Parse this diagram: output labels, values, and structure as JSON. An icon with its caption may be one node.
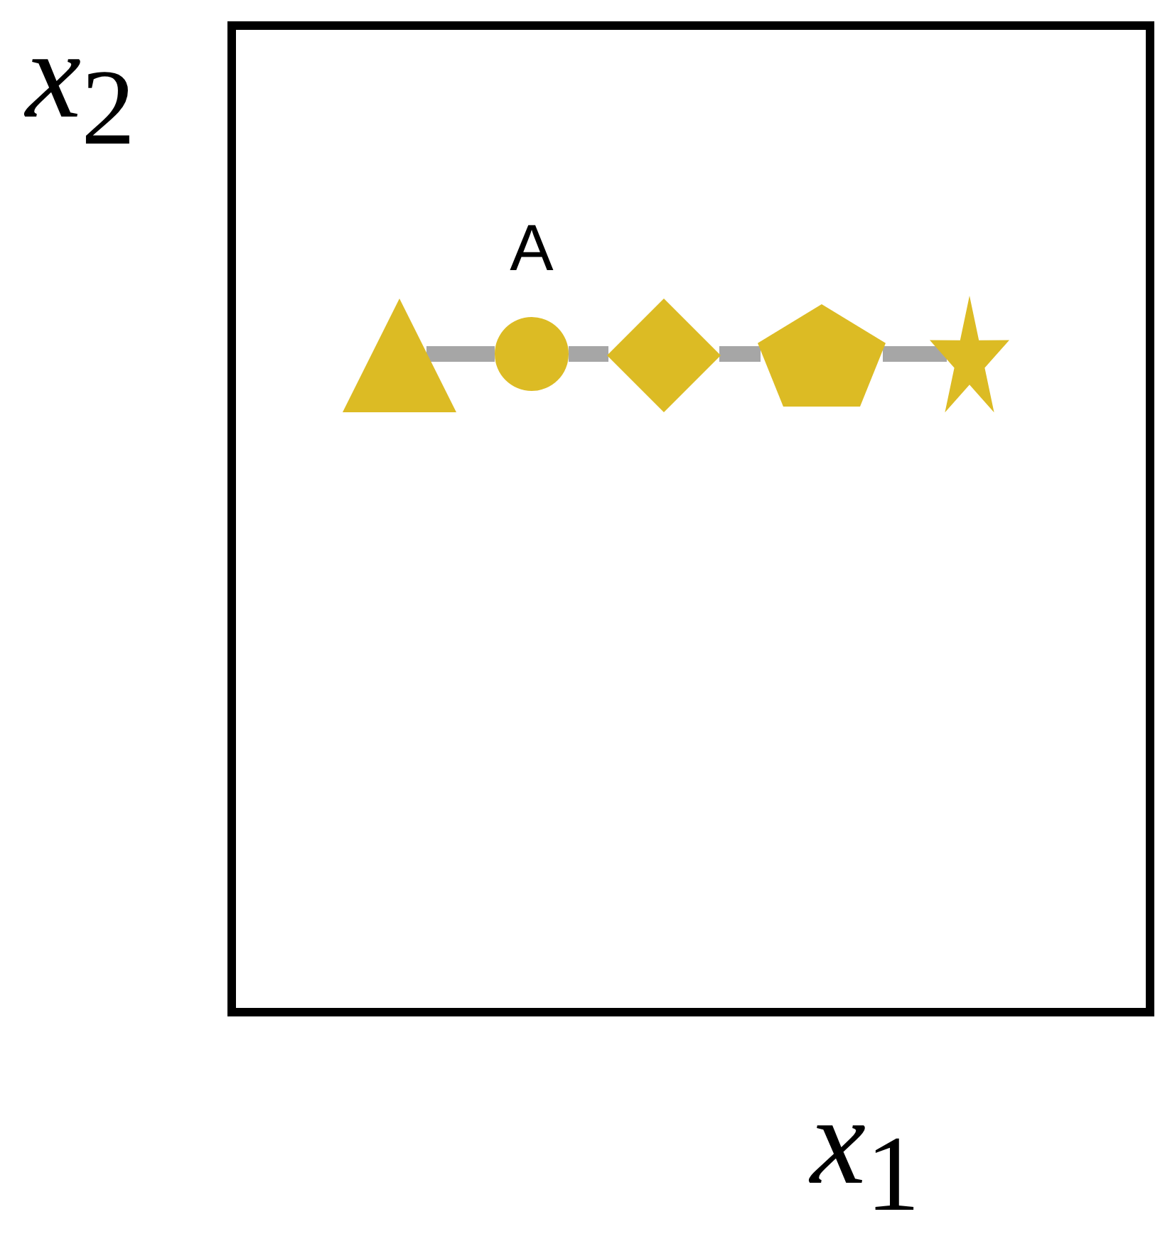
{
  "diagram": {
    "nodes": [
      {
        "text": [],
        "shape": "box"
      },
      {
        "text": [],
        "shape": "triangle",
        "in": 0
      },
      {
        "text": [],
        "shape": "circle",
        "in": 0,
        "beside": [
          "A"
        ]
      },
      {
        "text": [],
        "shape": "diamond",
        "in": 0
      },
      {
        "text": [],
        "shape": "pentagon",
        "in": 0
      },
      {
        "text": [],
        "shape": "star",
        "in": 0
      }
    ],
    "edges": [
      {
        "from": 1,
        "to": 2,
        "arrow": "none"
      },
      {
        "from": 2,
        "to": 3,
        "arrow": "none"
      },
      {
        "from": 3,
        "to": 4,
        "arrow": "none"
      },
      {
        "from": 4,
        "to": 5,
        "arrow": "none"
      }
    ],
    "labels": [
      "*x*$_{2}$",
      "*x*$_{1}$"
    ]
  }
}
